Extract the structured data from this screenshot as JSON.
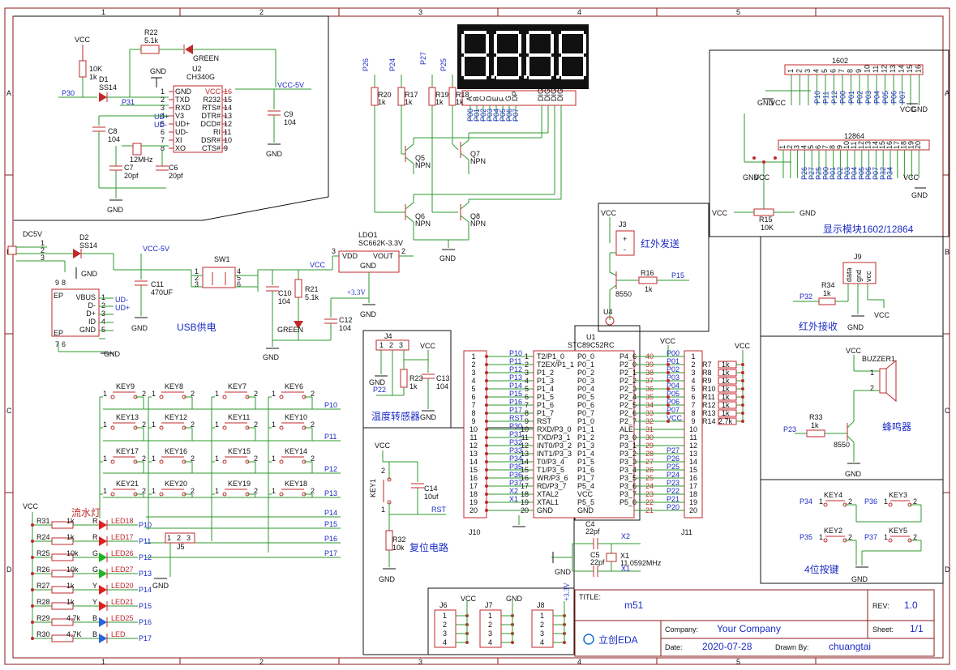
{
  "grid": {
    "columns": [
      "1",
      "2",
      "3",
      "4",
      "5"
    ],
    "rows": [
      "A",
      "B",
      "C",
      "D"
    ]
  },
  "usb_serial": {
    "vcc": "VCC",
    "r10": [
      "10K",
      "1k"
    ],
    "d1": [
      "D1",
      "SS14"
    ],
    "p30": "P30",
    "p31": "P31",
    "r22": [
      "R22",
      "5.1k"
    ],
    "led_green": "GREEN",
    "u2": [
      "U2",
      "CH340G"
    ],
    "u2_pins_left": [
      "GND",
      "TXD",
      "RXD",
      "V3",
      "UD+",
      "UD-",
      "XI",
      "XO"
    ],
    "u2_pins_right": [
      "VCC",
      "R232",
      "RTS#",
      "DTR#",
      "DCD#",
      "RI",
      "DSR#",
      "CTS#"
    ],
    "u2_nums_left": [
      "1",
      "2",
      "3",
      "4",
      "5",
      "6",
      "7",
      "8"
    ],
    "u2_nums_right": [
      "16",
      "15",
      "14",
      "13",
      "12",
      "11",
      "10",
      "9"
    ],
    "ud_plus": "UD+",
    "ud_minus": "UD-",
    "vcc5": "VCC-5V",
    "c9": [
      "C9",
      "104"
    ],
    "c8": [
      "C8",
      "104"
    ],
    "xtal": "12MHz",
    "c7": [
      "C7",
      "20pf"
    ],
    "c6": [
      "C6",
      "20pf"
    ],
    "gnd": "GND"
  },
  "power": {
    "dc5v": "DC5V",
    "d2": [
      "D2",
      "SS14"
    ],
    "vcc5": "VCC-5V",
    "sw1": "SW1",
    "c11": [
      "C11",
      "470UF"
    ],
    "vbus_pins": [
      "VBUS",
      "D-",
      "D+",
      "ID",
      "GND"
    ],
    "vbus_nums": [
      "1",
      "2",
      "3",
      "4",
      "5"
    ],
    "ep": [
      "EP",
      "EP"
    ],
    "ep_nums": [
      "9",
      "8",
      "7",
      "6"
    ],
    "ud_minus": "UD-",
    "ud_plus": "UD+",
    "label": "USB供电",
    "vcc": "VCC",
    "c10": [
      "C10",
      "104"
    ],
    "r21": [
      "R21",
      "5.1k"
    ],
    "green": "GREEN",
    "c12": [
      "C12",
      "104"
    ],
    "ldo": [
      "LDO1",
      "SC662K-3.3V"
    ],
    "ldo_pins": [
      "VDD",
      "VOUT",
      "GND"
    ],
    "v33": "+3.3V",
    "sw_nums": [
      "1",
      "2",
      "3",
      "4",
      "5",
      "6"
    ],
    "pin_nums": [
      "1",
      "2",
      "3",
      "3",
      "2",
      "1"
    ]
  },
  "display7": {
    "resistors": [
      [
        "R20",
        "1k"
      ],
      [
        "R17",
        "1k"
      ],
      [
        "R19",
        "1k"
      ],
      [
        "R18",
        "1k"
      ]
    ],
    "ports": [
      "P26",
      "P24",
      "P27",
      "P25"
    ],
    "q": [
      [
        "Q5",
        "NPN"
      ],
      [
        "Q7",
        "NPN"
      ],
      [
        "Q6",
        "NPN"
      ],
      [
        "Q8",
        "NPN"
      ]
    ],
    "seg_labels": [
      "A",
      "B",
      "C",
      "D",
      "E",
      "F",
      "G",
      "DP",
      "DIG1",
      "DIG2",
      "DIG3",
      "DIG4"
    ],
    "seg_nets": [
      "P00",
      "P01",
      "P02",
      "P03",
      "P04",
      "P05",
      "P06",
      "P07"
    ]
  },
  "lcd": {
    "title": "1602",
    "title2": "12864",
    "pins1602": [
      "1",
      "2",
      "3",
      "4",
      "5",
      "6",
      "7",
      "8",
      "9",
      "10",
      "11",
      "12",
      "13",
      "14",
      "15",
      "16"
    ],
    "pins12864": [
      "1",
      "2",
      "3",
      "4",
      "5",
      "6",
      "7",
      "8",
      "9",
      "10",
      "11",
      "12",
      "13",
      "14",
      "15",
      "16",
      "17",
      "18",
      "19",
      "20"
    ],
    "nets1602": [
      "P10",
      "P11",
      "P12",
      "P00",
      "P01",
      "P02",
      "P03",
      "P04",
      "P05",
      "P06",
      "P07"
    ],
    "nets12864": [
      "P26",
      "P27",
      "P25",
      "P00",
      "P01",
      "P02",
      "P03",
      "P04",
      "P05",
      "P06",
      "P07",
      "P32",
      "P34"
    ],
    "vcc": "VCC",
    "gnd": "GND",
    "r15": [
      "R15",
      "10K"
    ],
    "label": "显示模块1602/12864"
  },
  "ir_tx": {
    "j3": "J3",
    "label": "红外发送",
    "r16": [
      "R16",
      "1k"
    ],
    "p15": "P15",
    "q": "8550",
    "u4": "U4",
    "vcc": "VCC"
  },
  "ir_rx": {
    "j9": "J9",
    "pins": [
      "data",
      "gnd",
      "vcc"
    ],
    "r34": [
      "R34",
      "1k"
    ],
    "p32": "P32",
    "gnd": "GND",
    "vcc": "VCC",
    "label": "红外接收"
  },
  "temp": {
    "j4": "J4",
    "pins": [
      "1",
      "2",
      "3"
    ],
    "vcc": "VCC",
    "r23": [
      "R23",
      "1k"
    ],
    "c13": [
      "C13",
      "104"
    ],
    "p22": "P22",
    "gnd": "GND",
    "label": "温度转感器"
  },
  "mcu": {
    "u1": [
      "U1",
      "STC89C52RC"
    ],
    "vcc": "VCC",
    "left_nums": [
      "1",
      "2",
      "3",
      "4",
      "5",
      "6",
      "7",
      "8",
      "9",
      "10",
      "11",
      "12",
      "13",
      "14",
      "15",
      "16",
      "17",
      "18",
      "19",
      "20"
    ],
    "left_nets": [
      "P10",
      "P11",
      "P12",
      "P13",
      "P14",
      "P15",
      "P16",
      "P17",
      "RST",
      "P30",
      "P31",
      "P32",
      "P33",
      "P34",
      "P35",
      "P36",
      "P37",
      "X2",
      "X1",
      ""
    ],
    "left_pins": [
      "T2/P1_0",
      "T2EX/P1_1",
      "P1_2",
      "P1_3",
      "P1_4",
      "P1_5",
      "P1_6",
      "P1_7",
      "RST",
      "RXD/P3_0",
      "TXD/P3_1",
      "INT0/P3_2",
      "INT1/P3_3",
      "T0/P3_4",
      "T1/P3_5",
      "WR/P3_6",
      "RD/P3_7",
      "XTAL2",
      "XTAL1",
      "GND"
    ],
    "mid_pins": [
      "P0_0",
      "P0_1",
      "P0_2",
      "P0_3",
      "P0_4",
      "P0_5",
      "P0_6",
      "P0_7",
      "P1_0",
      "P1_1",
      "P1_2",
      "P1_3",
      "P1_4",
      "P1_5",
      "P1_6",
      "P1_7",
      "P5_4",
      "VCC",
      "P5_5",
      "GND"
    ],
    "right_pins": [
      "P4_6",
      "P2_0",
      "P2_1",
      "P2_2",
      "P2_3",
      "P2_4",
      "P2_5",
      "P2_6",
      "P2_7",
      "ALE",
      "P3_0",
      "P3_1",
      "P3_2",
      "P3_3",
      "P3_4",
      "P3_5",
      "P3_6",
      "P3_7",
      "P5_0",
      ""
    ],
    "right_nums": [
      "40",
      "39",
      "38",
      "37",
      "36",
      "35",
      "34",
      "33",
      "32",
      "31",
      "30",
      "29",
      "28",
      "27",
      "26",
      "25",
      "24",
      "23",
      "22",
      "21"
    ],
    "right_nets": [
      "",
      "P00",
      "P01",
      "P02",
      "P03",
      "P04",
      "P05",
      "P06",
      "P07",
      "VCC",
      "",
      "",
      "",
      "P27",
      "P26",
      "P25",
      "P24",
      "P23",
      "P22",
      "P21",
      "P20"
    ],
    "j10": "J10",
    "j11": "J11",
    "j11_nums": [
      "1",
      "2",
      "3",
      "4",
      "5",
      "6",
      "7",
      "8",
      "9",
      "10",
      "11",
      "12",
      "13",
      "14",
      "15",
      "16",
      "17",
      "18",
      "19",
      "20"
    ],
    "rpack": [
      "R7",
      "R8",
      "R9",
      "R10",
      "R11",
      "R12",
      "R13",
      "R14"
    ],
    "rpack_val": "1k",
    "r14val": "2.7k",
    "c4": [
      "C4",
      "22pf"
    ],
    "c5": [
      "C5",
      "22pf"
    ],
    "x1": [
      "X1",
      "11.0592MHz"
    ],
    "x2": "X2",
    "x1net": "X1",
    "gnd": "GND"
  },
  "keys": {
    "grid": [
      [
        "KEY9",
        "KEY8",
        "KEY7",
        "KEY6"
      ],
      [
        "KEY13",
        "KEY12",
        "KEY11",
        "KEY10"
      ],
      [
        "KEY17",
        "KEY16",
        "KEY15",
        "KEY14"
      ],
      [
        "KEY21",
        "KEY20",
        "KEY19",
        "KEY18"
      ]
    ],
    "row_nets": [
      "P10",
      "P11",
      "P12",
      "P13"
    ],
    "col_nets": [
      "P14",
      "P15",
      "P16",
      "P17"
    ],
    "j5": "J5",
    "j5_pins": [
      "1",
      "2",
      "3"
    ],
    "gnd": "GND",
    "pin1": "1",
    "pin2": "2"
  },
  "leds": {
    "vcc": "VCC",
    "title": "流水灯",
    "rows": [
      {
        "r": "R31",
        "v": "1k",
        "c": "R",
        "led": "LED18",
        "net": "P10"
      },
      {
        "r": "R24",
        "v": "1k",
        "c": "R",
        "led": "LED17",
        "net": "P11"
      },
      {
        "r": "R25",
        "v": "10k",
        "c": "G",
        "led": "LED26",
        "net": "P12"
      },
      {
        "r": "R26",
        "v": "10k",
        "c": "G",
        "led": "LED27",
        "net": "P13"
      },
      {
        "r": "R27",
        "v": "1k",
        "c": "Y",
        "led": "LED20",
        "net": "P14"
      },
      {
        "r": "R28",
        "v": "1k",
        "c": "Y",
        "led": "LED21",
        "net": "P15"
      },
      {
        "r": "R29",
        "v": "4.7k",
        "c": "B",
        "led": "LED25",
        "net": "P16"
      },
      {
        "r": "R30",
        "v": "4.7K",
        "c": "B",
        "led": "LED",
        "net": "P17"
      }
    ],
    "colors": [
      "#e02020",
      "#e02020",
      "#22b422",
      "#22b422",
      "#e02020",
      "#e02020",
      "#2a64d8",
      "#2a64d8"
    ]
  },
  "reset": {
    "vcc": "VCC",
    "key1": "KEY1",
    "c14": [
      "C14",
      "10uf"
    ],
    "rst": "RST",
    "r32": [
      "R32",
      "10k"
    ],
    "gnd": "GND",
    "label": "复位电路"
  },
  "headers": {
    "j6": "J6",
    "j7": "J7",
    "j8": "J8",
    "vcc": "VCC",
    "gnd": "GND",
    "v33": "+3.3V",
    "pins": [
      "1",
      "2",
      "3",
      "4"
    ]
  },
  "buzzer": {
    "vcc": "VCC",
    "buzzer": "BUZZER1",
    "r33": [
      "R33",
      "1k"
    ],
    "p23": "P23",
    "q": "8550",
    "gnd": "GND",
    "label": "蜂鸣器",
    "pins": [
      "1",
      "2"
    ]
  },
  "keys4": {
    "labels": [
      "KEY4",
      "KEY3",
      "KEY2",
      "KEY5"
    ],
    "nets": [
      "P34",
      "P36",
      "P35",
      "P37"
    ],
    "gnd": "GND",
    "label": "4位按键",
    "pin1": "1",
    "pin2": "2"
  },
  "titleblock": {
    "title_label": "TITLE:",
    "title": "m51",
    "rev_label": "REV:",
    "rev": "1.0",
    "company_label": "Company:",
    "company": "Your Company",
    "sheet_label": "Sheet:",
    "sheet": "1/1",
    "date_label": "Date:",
    "date": "2020-07-28",
    "drawn_label": "Drawn By:",
    "drawn": "chuangtai",
    "logo": "立创EDA"
  }
}
